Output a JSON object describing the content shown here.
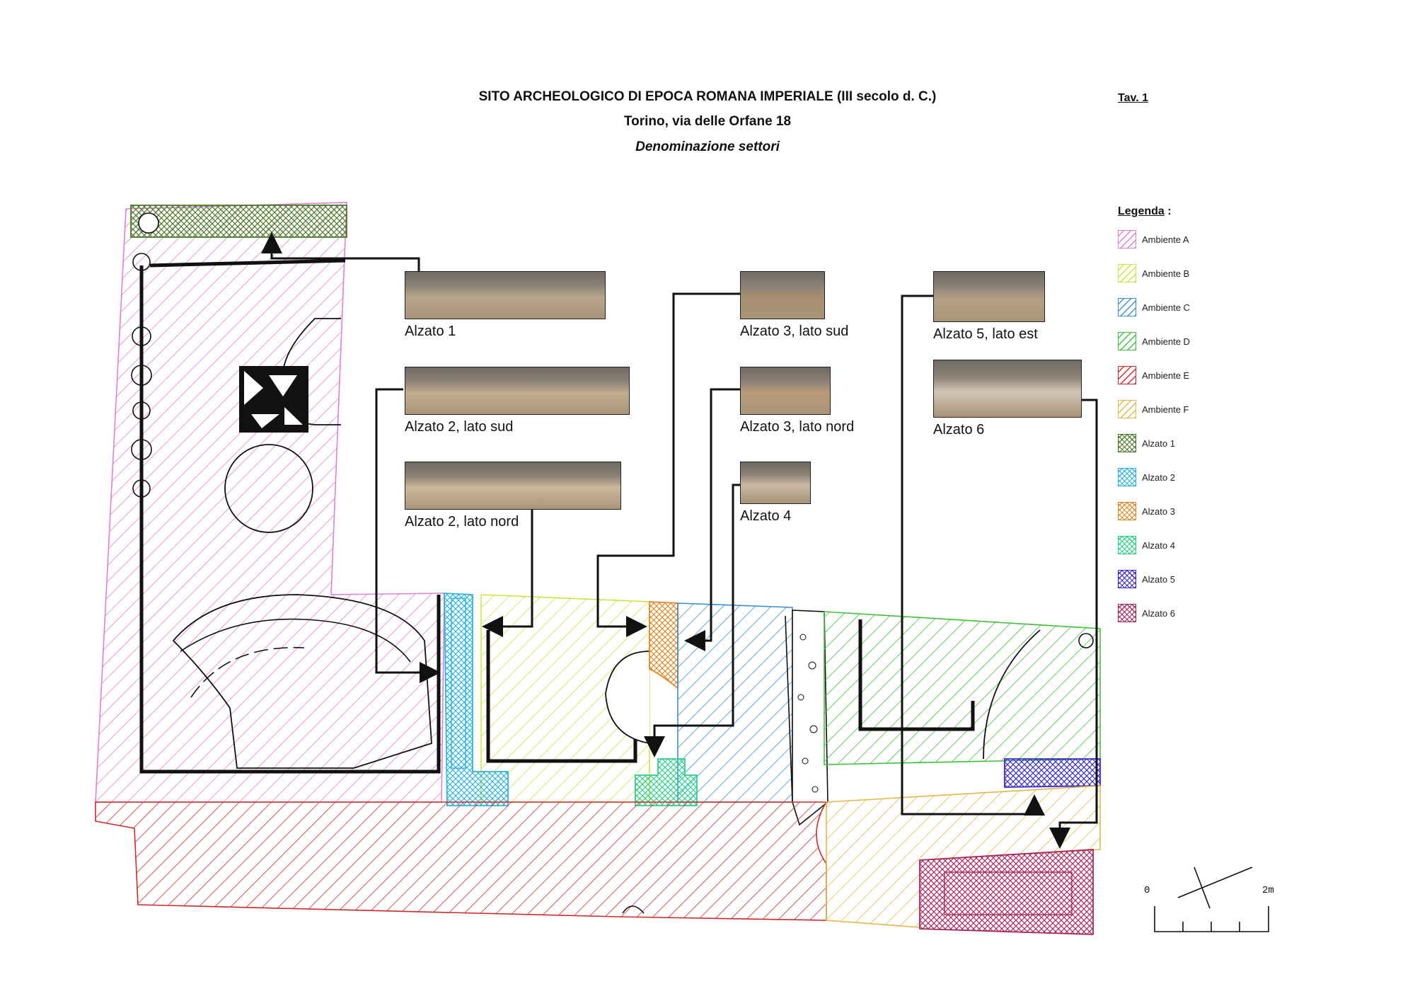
{
  "header": {
    "title": "SITO ARCHEOLOGICO DI EPOCA ROMANA IMPERIALE (III secolo d. C.)",
    "subtitle": "Torino, via delle Orfane 18",
    "section": "Denominazione settori",
    "tav": "Tav. 1"
  },
  "legend": {
    "title": "Legenda",
    "title_suffix": " :",
    "items": [
      {
        "label": "Ambiente A",
        "color": "#e07fd6",
        "pattern": "diag"
      },
      {
        "label": "Ambiente B",
        "color": "#c8e640",
        "pattern": "diag"
      },
      {
        "label": "Ambiente C",
        "color": "#3b8fd8",
        "pattern": "diag"
      },
      {
        "label": "Ambiente D",
        "color": "#3fc23a",
        "pattern": "diag"
      },
      {
        "label": "Ambiente E",
        "color": "#cc2b2b",
        "pattern": "diag"
      },
      {
        "label": "Ambiente F",
        "color": "#e3b84b",
        "pattern": "diag"
      },
      {
        "label": "Alzato 1",
        "color": "#4c7a2a",
        "pattern": "cross"
      },
      {
        "label": "Alzato 2",
        "color": "#2fb5e0",
        "pattern": "cross"
      },
      {
        "label": "Alzato 3",
        "color": "#e08a2a",
        "pattern": "cross"
      },
      {
        "label": "Alzato 4",
        "color": "#2fd08a",
        "pattern": "cross"
      },
      {
        "label": "Alzato 5",
        "color": "#3a2ad0",
        "pattern": "cross"
      },
      {
        "label": "Alzato 6",
        "color": "#a8285e",
        "pattern": "cross"
      }
    ]
  },
  "photos": [
    {
      "caption": "Alzato 1",
      "tone": "#b8a58a"
    },
    {
      "caption": "Alzato 2, lato sud",
      "tone": "#c4ad8e"
    },
    {
      "caption": "Alzato 2, lato nord",
      "tone": "#cdb89c"
    },
    {
      "caption": "Alzato 3, lato sud",
      "tone": "#a88d70"
    },
    {
      "caption": "Alzato 3, lato nord",
      "tone": "#b99b78"
    },
    {
      "caption": "Alzato 4",
      "tone": "#c8b8a4"
    },
    {
      "caption": "Alzato 5, lato est",
      "tone": "#b6a084"
    },
    {
      "caption": "Alzato 6",
      "tone": "#d2c6b6"
    }
  ],
  "scale": {
    "start_label": "0",
    "end_label": "2m"
  }
}
